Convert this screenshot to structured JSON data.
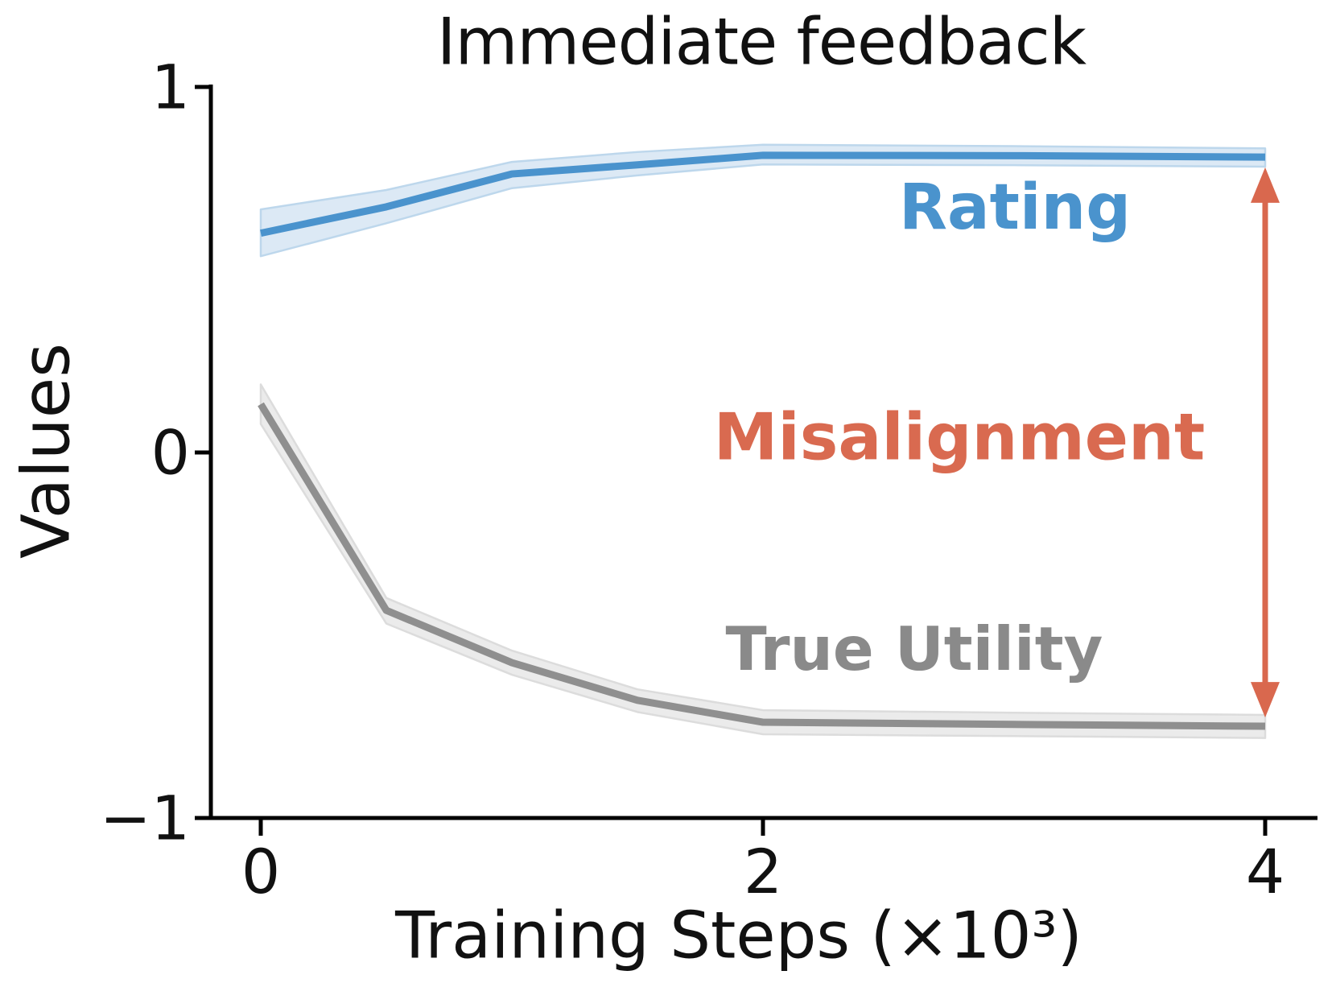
{
  "title": "Immediate feedback",
  "axes": {
    "ylabel": "Values",
    "xlabel": "Training Steps (×10³)",
    "y_ticks": [
      {
        "label": "1",
        "value": 1
      },
      {
        "label": "0",
        "value": 0
      },
      {
        "label": "−1",
        "value": -1
      }
    ],
    "x_ticks": [
      {
        "label": "0",
        "value": 0
      },
      {
        "label": "2",
        "value": 2
      },
      {
        "label": "4",
        "value": 4
      }
    ]
  },
  "chart_data": {
    "type": "line",
    "title": "Immediate feedback",
    "xlabel": "Training Steps (×10³)",
    "ylabel": "Values",
    "xlim": [
      -0.2,
      4.21
    ],
    "ylim": [
      -1,
      1
    ],
    "grid": false,
    "legend_position": "inline-text-labels",
    "x": [
      0,
      0.5,
      1,
      1.5,
      2,
      3,
      4
    ],
    "series": [
      {
        "name": "Rating",
        "color": "#4a93cd",
        "band_fill": "#dce9f5",
        "band_edge": "#bdd7ec",
        "values": [
          0.6,
          0.672,
          0.762,
          0.787,
          0.813,
          0.812,
          0.808
        ],
        "band_upper": [
          0.665,
          0.718,
          0.795,
          0.822,
          0.842,
          0.838,
          0.832
        ],
        "band_lower": [
          0.537,
          0.627,
          0.723,
          0.758,
          0.788,
          0.786,
          0.782
        ]
      },
      {
        "name": "True Utility",
        "color": "#8f8f8f",
        "band_fill": "#ebebeb",
        "band_edge": "#dcdcdc",
        "values": [
          0.132,
          -0.432,
          -0.575,
          -0.678,
          -0.738,
          -0.744,
          -0.749
        ],
        "band_upper": [
          0.186,
          -0.398,
          -0.542,
          -0.648,
          -0.705,
          -0.712,
          -0.718
        ],
        "band_lower": [
          0.078,
          -0.468,
          -0.608,
          -0.71,
          -0.771,
          -0.776,
          -0.781
        ]
      }
    ],
    "annotations": {
      "rating_label": {
        "text": "Rating",
        "color": "#4a93cd"
      },
      "misalignment_label": {
        "text": "Misalignment",
        "color": "#d96a50"
      },
      "true_utility_label": {
        "text": "True Utility",
        "color": "#8a8a8a"
      },
      "misalignment_arrow": {
        "x": 4,
        "y_from": 0.78,
        "y_to": -0.725,
        "color": "#d9684e",
        "meaning": "gap between Rating and True Utility at end of training"
      }
    },
    "axis_color": "#000000"
  }
}
